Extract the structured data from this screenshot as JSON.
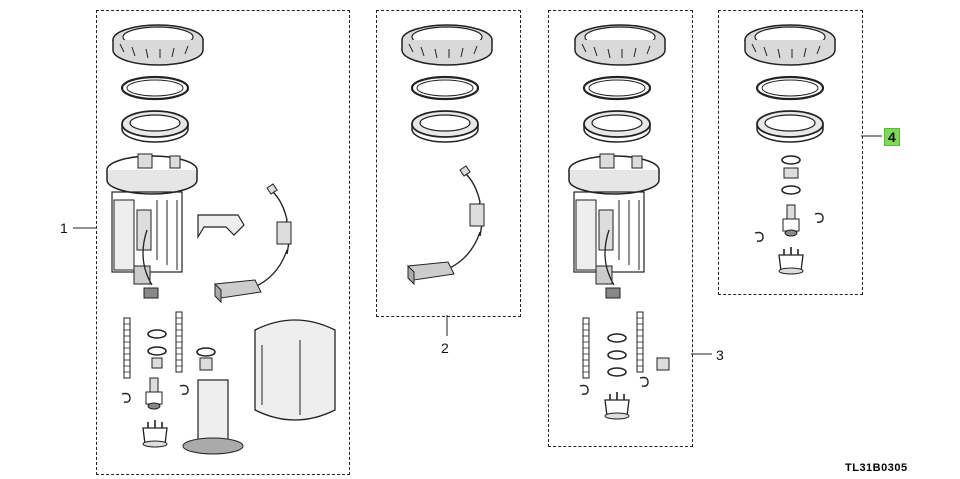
{
  "callouts": [
    {
      "label": "1",
      "highlight": false
    },
    {
      "label": "2",
      "highlight": false
    },
    {
      "label": "3",
      "highlight": false
    },
    {
      "label": "4",
      "highlight": true
    }
  ],
  "diagram_code": "TL31B0305",
  "colors": {
    "line": "#222222",
    "highlight": "#7ed957",
    "part_fill": "#d9d9d9"
  }
}
